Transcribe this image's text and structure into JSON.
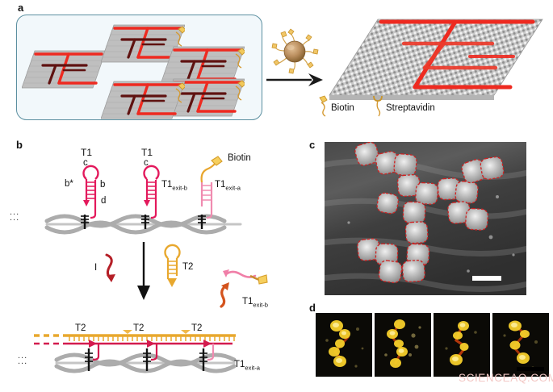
{
  "figure": {
    "panels": [
      {
        "id": "a",
        "label": "a"
      },
      {
        "id": "b",
        "label": "b"
      },
      {
        "id": "c",
        "label": "c"
      },
      {
        "id": "d",
        "label": "d"
      }
    ],
    "watermark": "SCIENCEAQ.COM"
  },
  "panel_a": {
    "label": "a",
    "legend": [
      {
        "name": "biotin",
        "label": "Biotin"
      },
      {
        "name": "streptavidin",
        "label": "Streptavidin"
      }
    ],
    "tile_count": 5,
    "colors": {
      "box_border": "#5b8fa0",
      "box_fill": "#f2f8fb",
      "origami_gray": "#b6b6b6",
      "pattern_red": "#ee2a20",
      "pattern_darkred": "#6e1412",
      "nanoparticle": "#c09a6b",
      "ligand": "#e0a23c",
      "arrow": "#1a1a1a"
    }
  },
  "panel_b": {
    "label": "b",
    "top_row": {
      "hairpins": [
        {
          "top_label": "T1",
          "loop_label": "c",
          "left_label": "b*",
          "right_label": "b",
          "stem_label": "d"
        },
        {
          "top_label": "T1",
          "loop_label": "c"
        }
      ],
      "exit_strand": {
        "left_label": "T1",
        "left_sub": "exit-b",
        "right_label": "T1",
        "right_sub": "exit-a",
        "biotin_label": "Biotin"
      },
      "continuation": "..."
    },
    "reaction": {
      "initiator_label": "I",
      "fuel_label": "T2",
      "arrow": "down-arrow"
    },
    "bottom_row": {
      "duplex_labels": [
        "T2",
        "T2",
        "T2"
      ],
      "released_label": "T1",
      "released_sub": "exit-b",
      "retained_label": "T1",
      "retained_sub": "exit-a",
      "continuation": "..."
    },
    "colors": {
      "hairpin_red": "#d81e5b",
      "strand_crimson": "#c2203c",
      "t2_yellow": "#e8a82e",
      "pink": "#f07fa8",
      "orange": "#d4541e",
      "scaffold_gray": "#a8a8a8",
      "black": "#111111"
    }
  },
  "panel_c": {
    "label": "c",
    "caption_elements": [
      "afm-image",
      "red-dashed-outlines",
      "scale-bar"
    ],
    "scale_bar": {
      "name": "scale-bar",
      "color": "#ffffff"
    }
  },
  "panel_d": {
    "label": "d",
    "image_count": 4,
    "scale_bar": {
      "name": "scale-bar",
      "color": "#000000"
    },
    "colors": {
      "background": "#0b0a06",
      "signal": "#f2c41e",
      "signal2": "#b8380f"
    }
  }
}
